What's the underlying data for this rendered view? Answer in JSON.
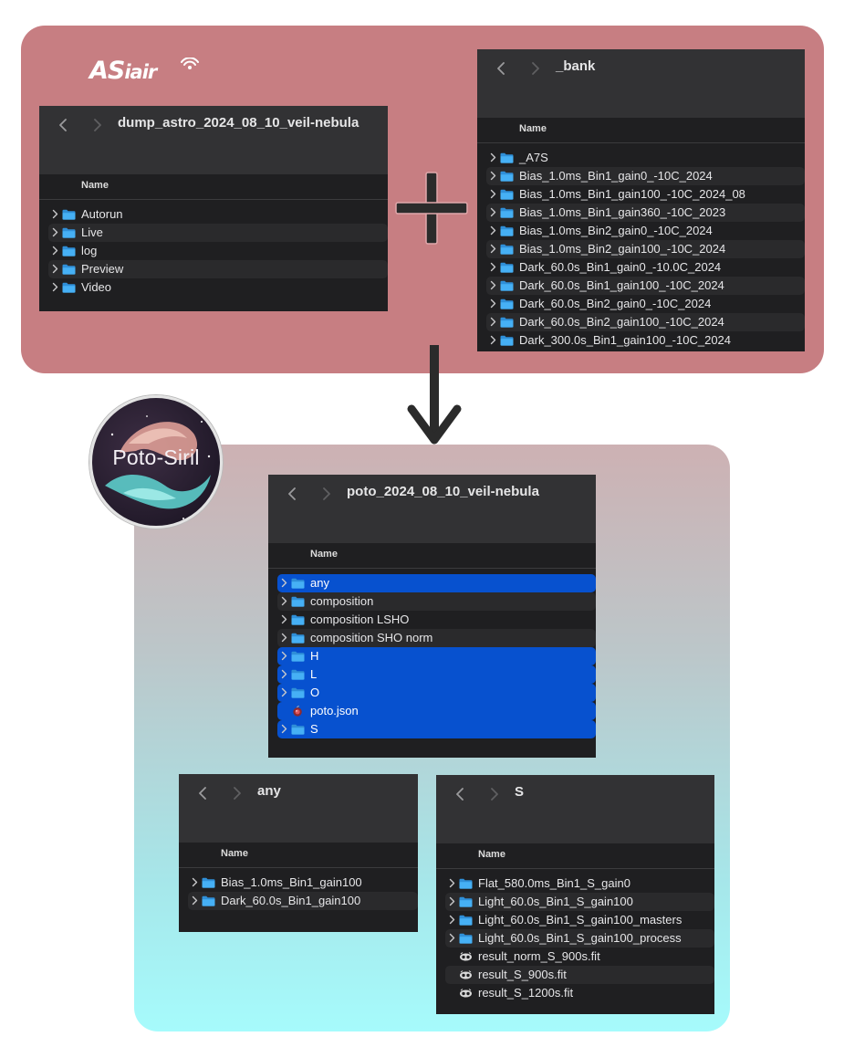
{
  "asiair_logo": {
    "main": "AS",
    "small": "iair"
  },
  "poto_badge": {
    "label": "Poto-Siril"
  },
  "windows": {
    "dump": {
      "title": "dump_astro_2024_08_10_veil-nebula",
      "column": "Name",
      "items": [
        {
          "label": "Autorun",
          "type": "folder"
        },
        {
          "label": "Live",
          "type": "folder"
        },
        {
          "label": "log",
          "type": "folder"
        },
        {
          "label": "Preview",
          "type": "folder"
        },
        {
          "label": "Video",
          "type": "folder"
        }
      ]
    },
    "bank": {
      "title": "_bank",
      "column": "Name",
      "items": [
        {
          "label": "_A7S",
          "type": "folder"
        },
        {
          "label": "Bias_1.0ms_Bin1_gain0_-10C_2024",
          "type": "folder"
        },
        {
          "label": "Bias_1.0ms_Bin1_gain100_-10C_2024_08",
          "type": "folder"
        },
        {
          "label": "Bias_1.0ms_Bin1_gain360_-10C_2023",
          "type": "folder"
        },
        {
          "label": "Bias_1.0ms_Bin2_gain0_-10C_2024",
          "type": "folder"
        },
        {
          "label": "Bias_1.0ms_Bin2_gain100_-10C_2024",
          "type": "folder"
        },
        {
          "label": "Dark_60.0s_Bin1_gain0_-10.0C_2024",
          "type": "folder"
        },
        {
          "label": "Dark_60.0s_Bin1_gain100_-10C_2024",
          "type": "folder"
        },
        {
          "label": "Dark_60.0s_Bin2_gain0_-10C_2024",
          "type": "folder"
        },
        {
          "label": "Dark_60.0s_Bin2_gain100_-10C_2024",
          "type": "folder"
        },
        {
          "label": "Dark_300.0s_Bin1_gain100_-10C_2024",
          "type": "folder"
        }
      ]
    },
    "poto": {
      "title": "poto_2024_08_10_veil-nebula",
      "column": "Name",
      "items": [
        {
          "label": "any",
          "type": "folder",
          "selected": true
        },
        {
          "label": "composition",
          "type": "folder",
          "selected": false
        },
        {
          "label": "composition LSHO",
          "type": "folder",
          "selected": false
        },
        {
          "label": "composition SHO norm",
          "type": "folder",
          "selected": false
        },
        {
          "label": "H",
          "type": "folder",
          "selected": true
        },
        {
          "label": "L",
          "type": "folder",
          "selected": true
        },
        {
          "label": "O",
          "type": "folder",
          "selected": true
        },
        {
          "label": "poto.json",
          "type": "json",
          "selected": true
        },
        {
          "label": "S",
          "type": "folder",
          "selected": true
        }
      ]
    },
    "any": {
      "title": "any",
      "column": "Name",
      "items": [
        {
          "label": "Bias_1.0ms_Bin1_gain100",
          "type": "folder"
        },
        {
          "label": "Dark_60.0s_Bin1_gain100",
          "type": "folder"
        }
      ]
    },
    "s": {
      "title": "S",
      "column": "Name",
      "items": [
        {
          "label": "Flat_580.0ms_Bin1_S_gain0",
          "type": "folder"
        },
        {
          "label": "Light_60.0s_Bin1_S_gain100",
          "type": "folder"
        },
        {
          "label": "Light_60.0s_Bin1_S_gain100_masters",
          "type": "folder"
        },
        {
          "label": "Light_60.0s_Bin1_S_gain100_process",
          "type": "folder"
        },
        {
          "label": "result_norm_S_900s.fit",
          "type": "fit"
        },
        {
          "label": "result_S_900s.fit",
          "type": "fit"
        },
        {
          "label": "result_S_1200s.fit",
          "type": "fit"
        }
      ]
    }
  },
  "colors": {
    "top_panel": "#c77e82",
    "bottom_panel_top": "#cdb1b3",
    "bottom_panel_bottom": "#a6fbfc",
    "window_bg": "#1f1f21",
    "titlebar_bg": "#323234",
    "selection": "#0751cf",
    "folder_icon": "#3aa5ef"
  },
  "icons": {
    "back": "chevron-left-icon",
    "forward": "chevron-right-icon",
    "expand": "disclosure-chevron-icon",
    "folder": "folder-icon",
    "json": "json-file-icon",
    "fit": "fit-file-icon",
    "plus": "plus-icon",
    "arrow": "arrow-down-icon"
  }
}
